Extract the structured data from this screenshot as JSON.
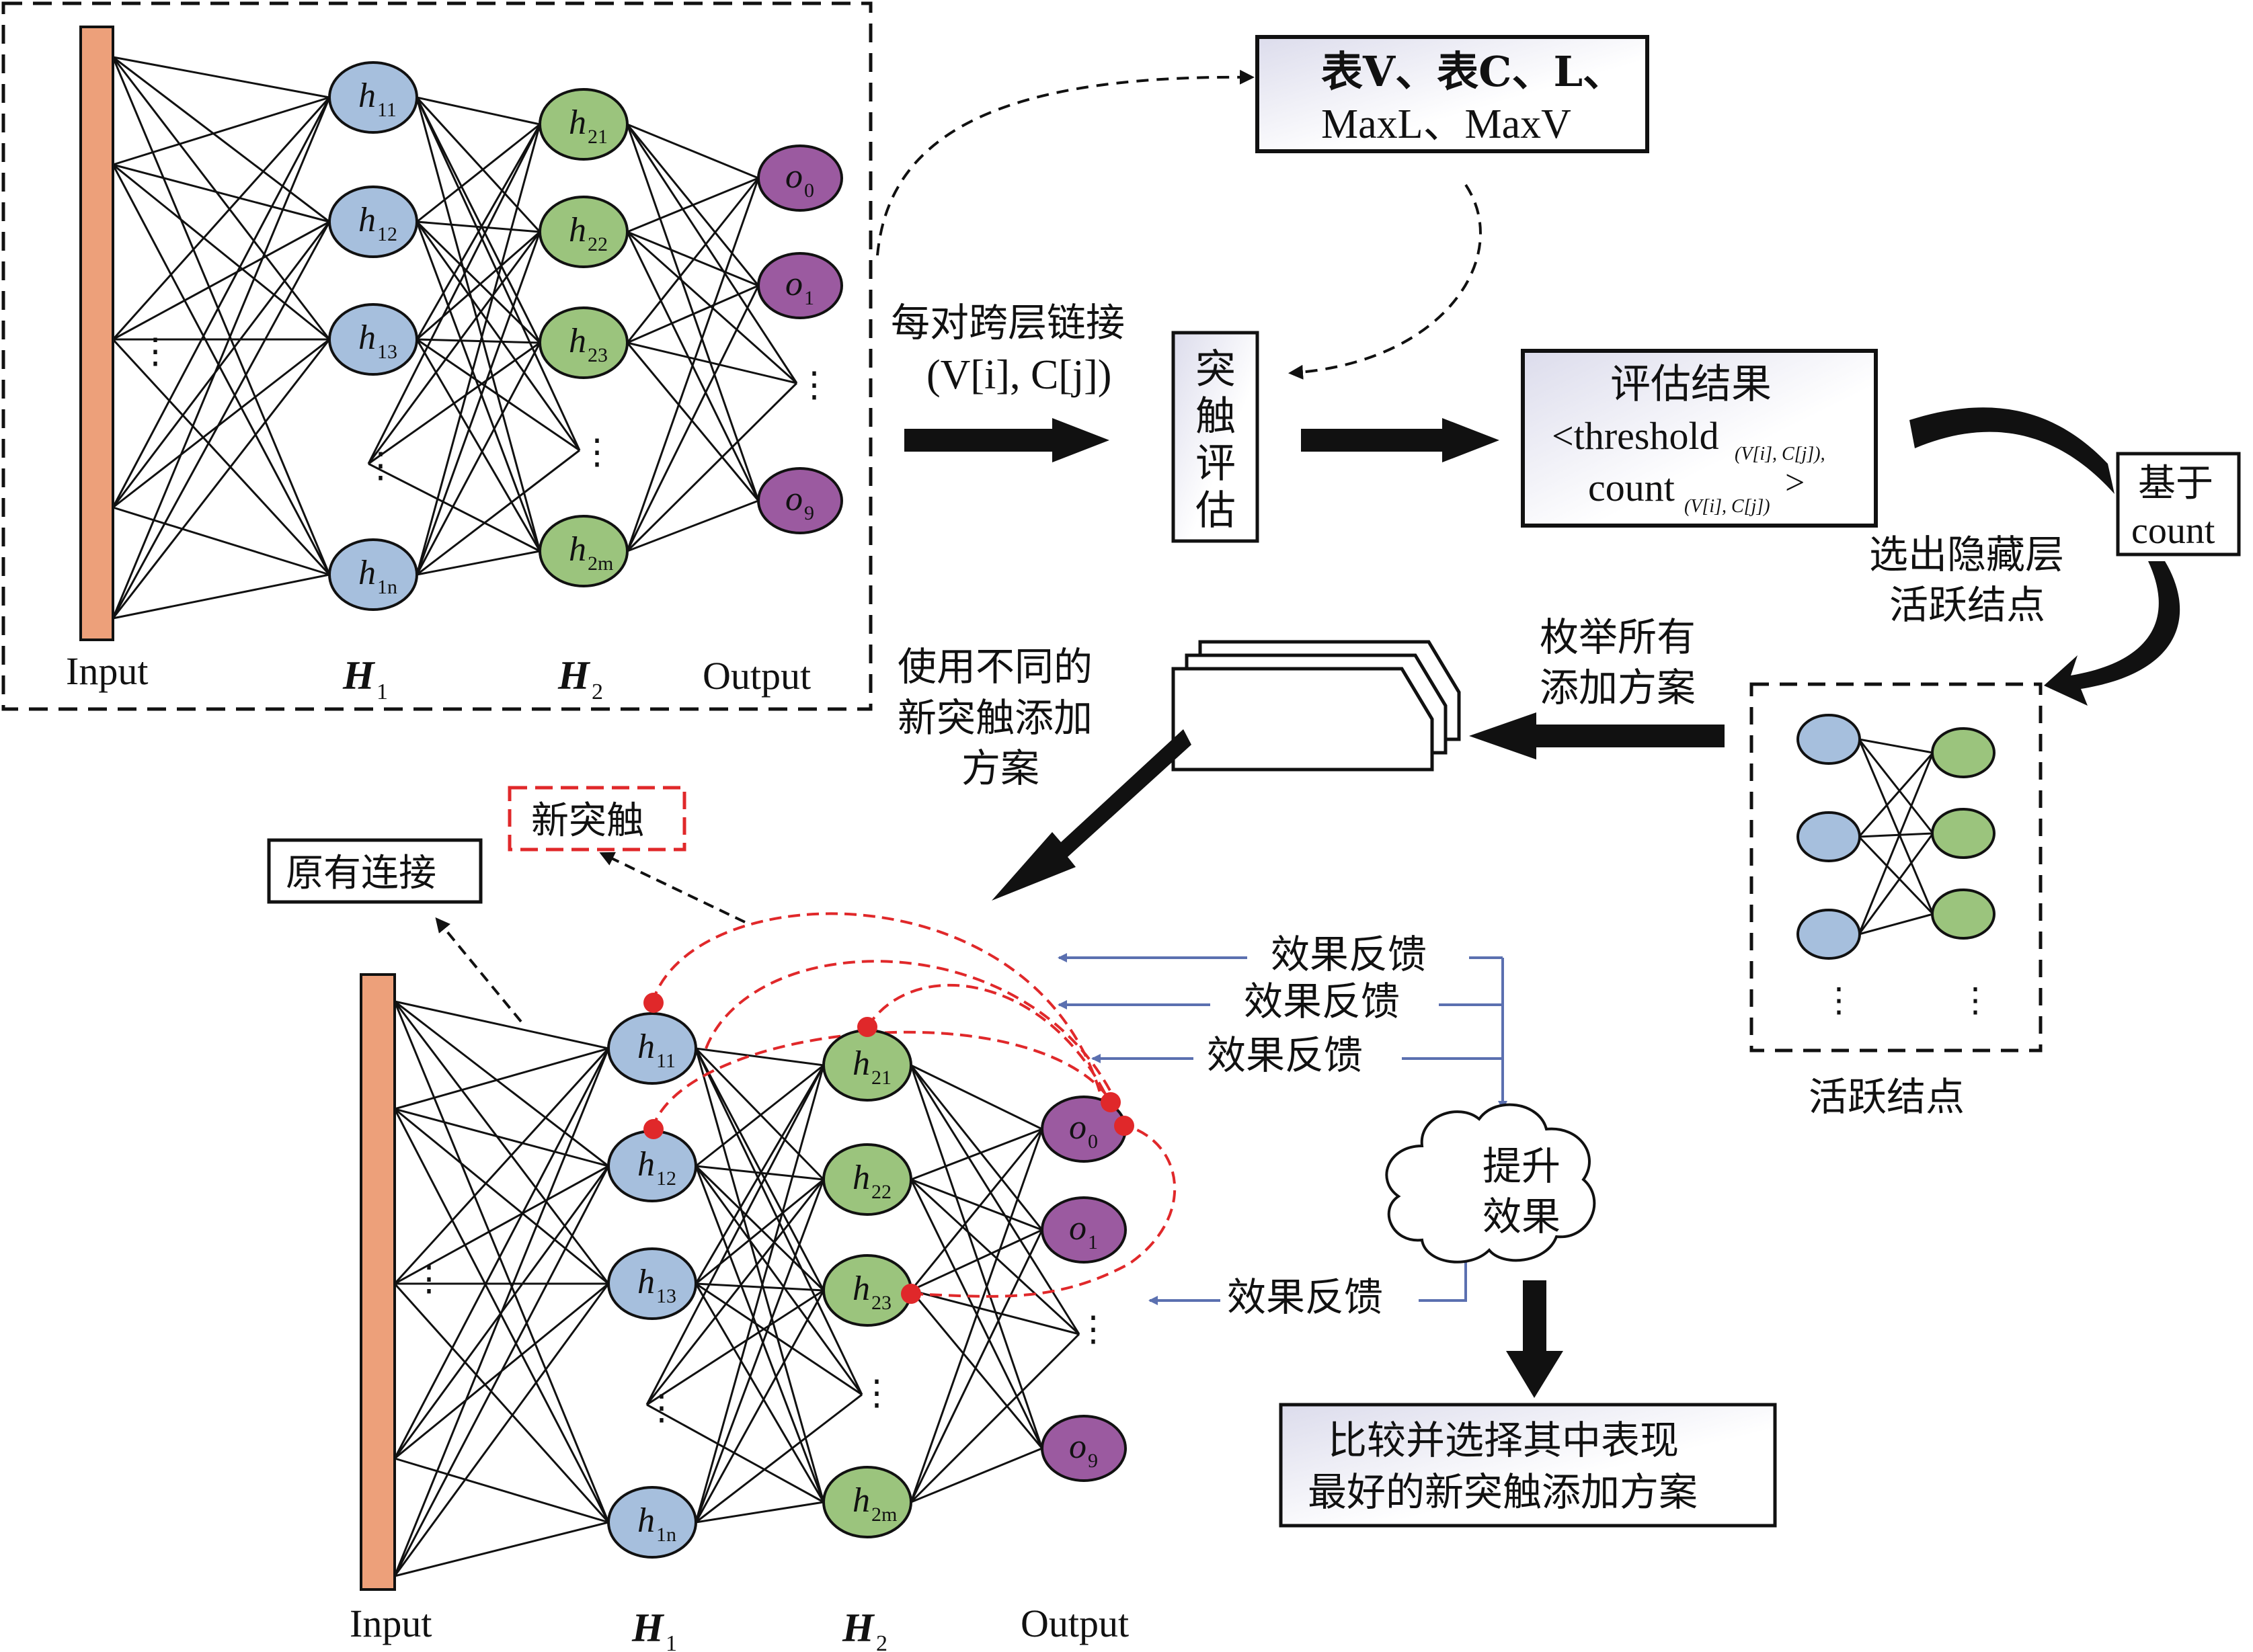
{
  "colors": {
    "input_bar": "#eda07a",
    "node_h1": "#a6bfdd",
    "node_h2": "#9bc47d",
    "node_out": "#9b5aa0",
    "new_synapse": "#e0282a",
    "feedback_arrow": "#5b70b0",
    "ink": "#111111"
  },
  "top_network": {
    "input_label": "Input",
    "h1_label": "H",
    "h1_sub": "1",
    "h2_label": "H",
    "h2_sub": "2",
    "output_label": "Output",
    "h1_nodes": [
      "h",
      "h",
      "h",
      "h"
    ],
    "h1_subs": [
      "11",
      "12",
      "13",
      "1n"
    ],
    "h2_nodes": [
      "h",
      "h",
      "h",
      "h"
    ],
    "h2_subs": [
      "21",
      "22",
      "23",
      "2m"
    ],
    "out_nodes": [
      "o",
      "o",
      "o"
    ],
    "out_subs": [
      "0",
      "1",
      "9"
    ],
    "ellipsis": "⋮"
  },
  "tables_box": {
    "line1": "表V、表C、L、",
    "line2": "MaxL、MaxV"
  },
  "cross_layer": {
    "line1": "每对跨层链接",
    "line2": "(V[i], C[j])"
  },
  "synapse_eval_box": {
    "chars": [
      "突",
      "触",
      "评",
      "估"
    ]
  },
  "eval_result_box": {
    "title": "评估结果",
    "line2_main": "<threshold",
    "line2_sub": "(V[i], C[j]),",
    "line3_main": "count",
    "line3_sub": "(V[i], C[j])",
    "line3_end": ">"
  },
  "count_box": {
    "line1": "基于",
    "line2": "count"
  },
  "select_active": {
    "line1": "选出隐藏层",
    "line2": "活跃结点"
  },
  "active_nodes": {
    "label": "活跃结点",
    "ellipsis": "⋮"
  },
  "enumerate_label": {
    "line1": "枚举所有",
    "line2": "添加方案"
  },
  "use_schemes_label": {
    "line1": "使用不同的",
    "line2": "新突触添加",
    "line3": "方案"
  },
  "legend": {
    "new_synapse": "新突触",
    "original_link": "原有连接"
  },
  "bottom_network": {
    "input_label": "Input",
    "h1_label": "H",
    "h1_sub": "1",
    "h2_label": "H",
    "h2_sub": "2",
    "output_label": "Output"
  },
  "feedback": {
    "labels": [
      "效果反馈",
      "效果反馈",
      "效果反馈",
      "效果反馈"
    ]
  },
  "improve_cloud": {
    "line1": "提升",
    "line2": "效果"
  },
  "compare_box": {
    "line1": "比较并选择其中表现",
    "line2": "最好的新突触添加方案"
  }
}
